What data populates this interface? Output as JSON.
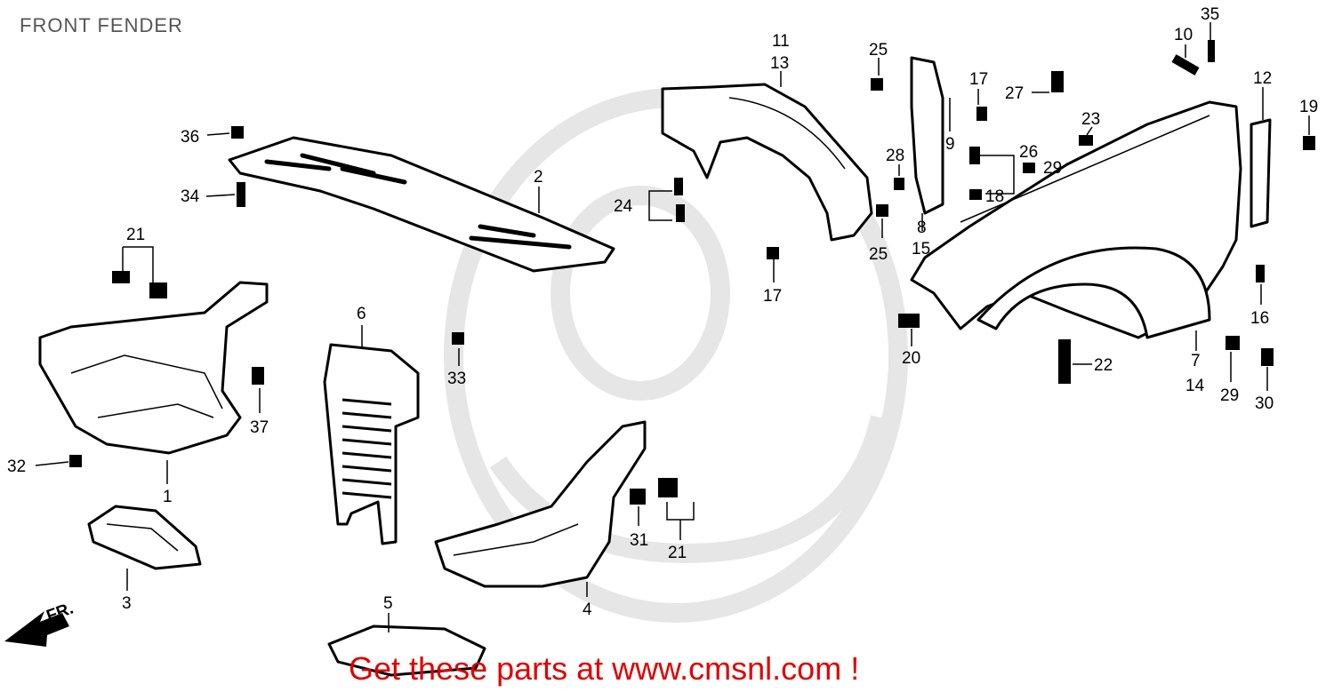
{
  "title": "FRONT FENDER",
  "watermark": "Get these parts at www.cmsnl.com !",
  "direction_label": "FR.",
  "callouts": {
    "c1": "1",
    "c2": "2",
    "c3": "3",
    "c4": "4",
    "c5": "5",
    "c6": "6",
    "c7": "7",
    "c8": "8",
    "c9": "9",
    "c10": "10",
    "c11": "11",
    "c12": "12",
    "c13": "13",
    "c14": "14",
    "c15": "15",
    "c16": "16",
    "c17a": "17",
    "c17b": "17",
    "c18": "18",
    "c19": "19",
    "c20": "20",
    "c21a": "21",
    "c21b": "21",
    "c22": "22",
    "c23": "23",
    "c24": "24",
    "c25a": "25",
    "c25b": "25",
    "c26": "26",
    "c27": "27",
    "c28": "28",
    "c29a": "29",
    "c29b": "29",
    "c30": "30",
    "c31": "31",
    "c32": "32",
    "c33": "33",
    "c34": "34",
    "c35": "35",
    "c36": "36",
    "c37": "37"
  },
  "colors": {
    "watermark": "#e00000",
    "line": "#000000",
    "ghost_logo": "#e6e6e6"
  }
}
